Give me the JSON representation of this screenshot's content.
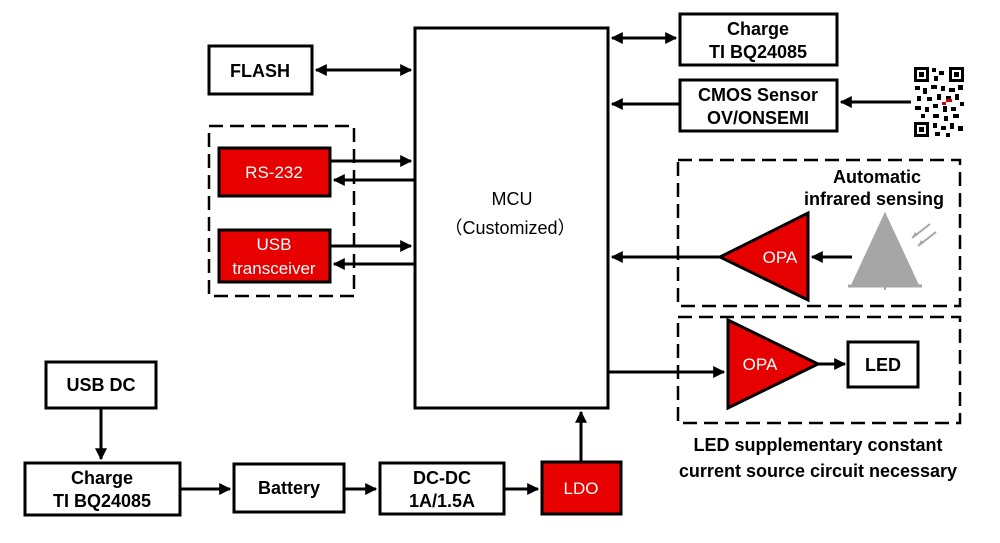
{
  "blocks": {
    "flash": "FLASH",
    "rs232": "RS-232",
    "usb_line1": "USB",
    "usb_line2": "transceiver",
    "mcu_line1": "MCU",
    "mcu_line2": "（Customized）",
    "charge_top_line1": "Charge",
    "charge_top_line2": "TI BQ24085",
    "cmos_line1": "CMOS Sensor",
    "cmos_line2": "OV/ONSEMI",
    "ir_line1": "Automatic",
    "ir_line2": "infrared sensing",
    "opa_ir": "OPA",
    "opa_led": "OPA",
    "led": "LED",
    "led_note_line1": "LED supplementary constant",
    "led_note_line2": "current source circuit necessary",
    "usb_dc": "USB DC",
    "charge_bottom_line1": "Charge",
    "charge_bottom_line2": "TI BQ24085",
    "battery": "Battery",
    "dcdc_line1": "DC-DC",
    "dcdc_line2": "1A/1.5A",
    "ldo": "LDO"
  },
  "icons": {
    "qr": "qr-code-icon",
    "photodiode": "photodiode-icon"
  },
  "colors": {
    "accent_red": "#e60000",
    "photodiode_gray": "#a6a6a6"
  }
}
